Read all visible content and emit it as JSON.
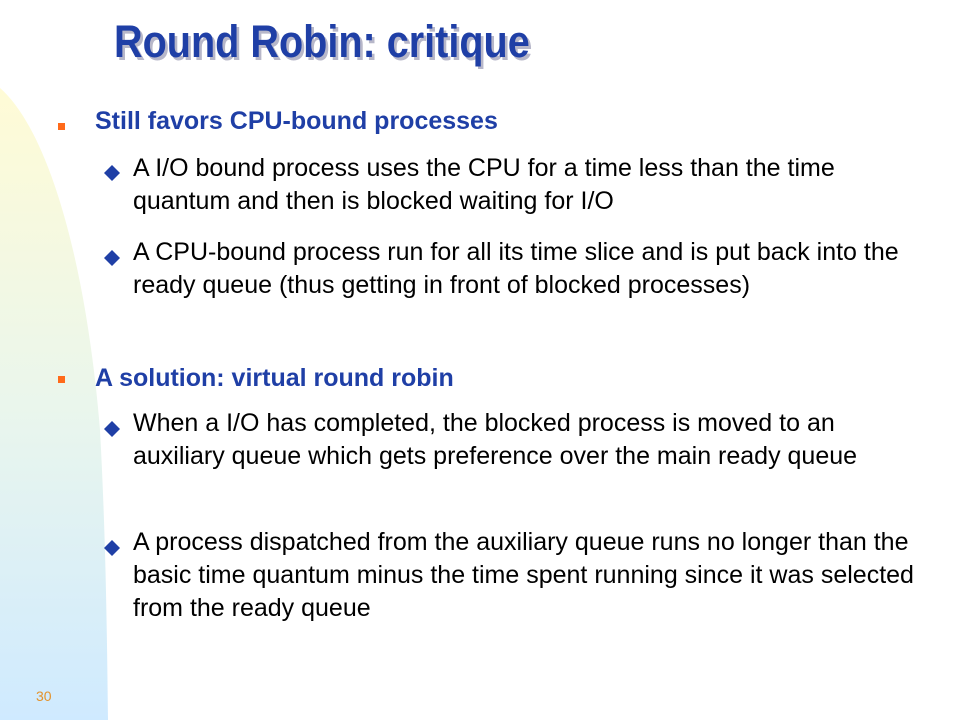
{
  "slide": {
    "title": "Round Robin: critique",
    "number": "30",
    "title_color": "#1f3fa6",
    "bullet_color": "#ff6a1a",
    "background": {
      "gradient_top": "#fffbd6",
      "gradient_bottom": "#cfeaff"
    },
    "bullets": [
      {
        "text": "Still favors CPU-bound processes",
        "icon": "square-bullet-icon",
        "sub": [
          {
            "text": "A I/O bound process uses the CPU for a time less than the time quantum and then is blocked waiting for I/O",
            "icon": "diamond-bullet-icon"
          },
          {
            "text": "A CPU-bound process run for all its time slice and is put back into the ready queue (thus getting in front of blocked processes)",
            "icon": "diamond-bullet-icon"
          }
        ]
      },
      {
        "text": "A solution: virtual round robin",
        "icon": "square-bullet-icon",
        "sub": [
          {
            "text": "When a I/O has completed, the blocked process is moved to an auxiliary queue which gets preference over the main ready queue",
            "icon": "diamond-bullet-icon"
          },
          {
            "text": "A process dispatched from the auxiliary queue runs no longer than the basic time quantum minus the time spent running since it was selected from the ready queue",
            "icon": "diamond-bullet-icon"
          }
        ]
      }
    ]
  }
}
